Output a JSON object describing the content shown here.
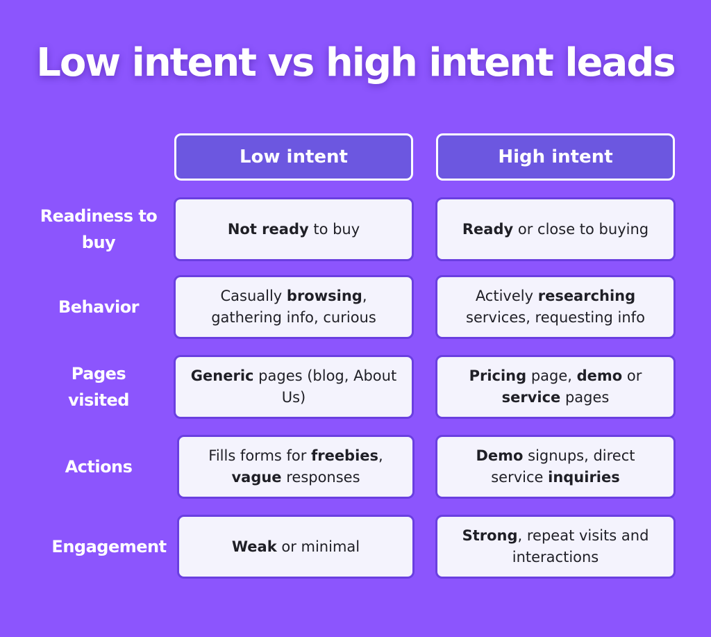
{
  "title": "Low intent vs high intent leads",
  "columns": {
    "low": "Low intent",
    "high": "High intent"
  },
  "rows": [
    {
      "label": "Readiness to buy",
      "low": [
        {
          "t": "Not ready",
          "b": true
        },
        {
          "t": " to buy",
          "b": false
        }
      ],
      "high": [
        {
          "t": "Ready",
          "b": true
        },
        {
          "t": " or close to buying",
          "b": false
        }
      ]
    },
    {
      "label": "Behavior",
      "low": [
        {
          "t": "Casually ",
          "b": false
        },
        {
          "t": "browsing",
          "b": true
        },
        {
          "t": ", gathering info, curious",
          "b": false
        }
      ],
      "high": [
        {
          "t": "Actively ",
          "b": false
        },
        {
          "t": "researching",
          "b": true
        },
        {
          "t": " services, requesting info",
          "b": false
        }
      ]
    },
    {
      "label": "Pages visited",
      "low": [
        {
          "t": "Generic",
          "b": true
        },
        {
          "t": " pages (blog, About Us)",
          "b": false
        }
      ],
      "high": [
        {
          "t": "Pricing",
          "b": true
        },
        {
          "t": " page, ",
          "b": false
        },
        {
          "t": "demo",
          "b": true
        },
        {
          "t": " or ",
          "b": false
        },
        {
          "t": "service",
          "b": true
        },
        {
          "t": " pages",
          "b": false
        }
      ]
    },
    {
      "label": "Actions",
      "low": [
        {
          "t": "Fills forms for ",
          "b": false
        },
        {
          "t": "freebies",
          "b": true
        },
        {
          "t": ", ",
          "b": false
        },
        {
          "t": "vague",
          "b": true
        },
        {
          "t": " responses",
          "b": false
        }
      ],
      "high": [
        {
          "t": "Demo",
          "b": true
        },
        {
          "t": " signups, direct service ",
          "b": false
        },
        {
          "t": "inquiries",
          "b": true
        }
      ]
    },
    {
      "label": "Engagement",
      "low": [
        {
          "t": "Weak",
          "b": true
        },
        {
          "t": " or minimal",
          "b": false
        }
      ],
      "high": [
        {
          "t": "Strong",
          "b": true
        },
        {
          "t": ", repeat visits and interactions",
          "b": false
        }
      ]
    }
  ]
}
